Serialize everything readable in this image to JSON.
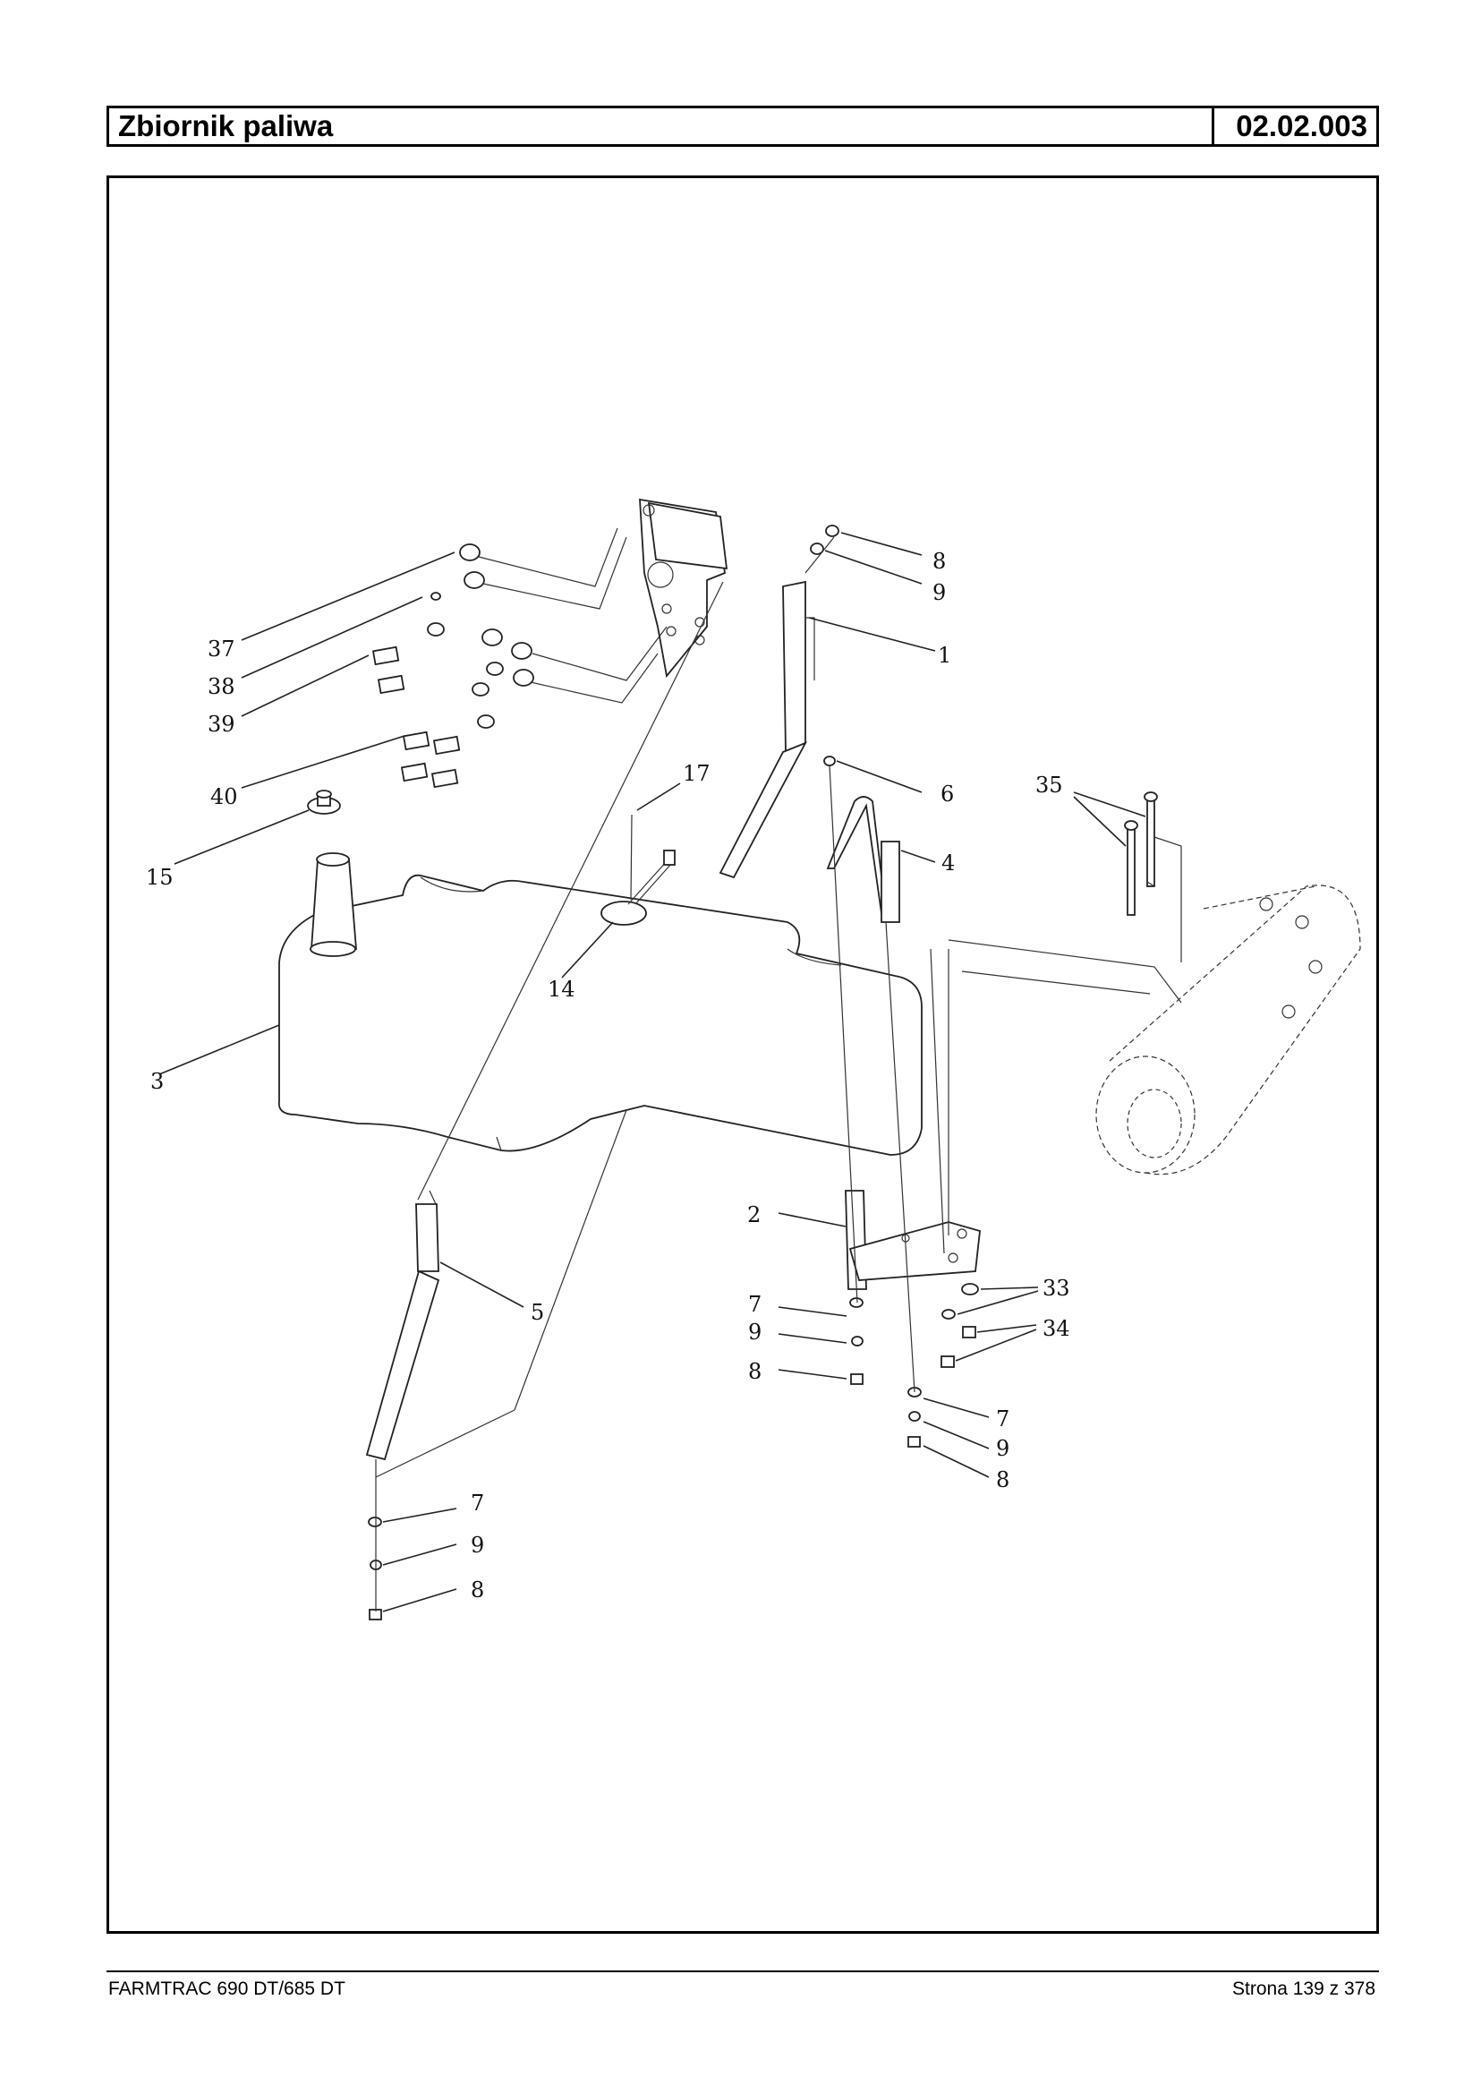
{
  "header": {
    "title": "Zbiornik paliwa",
    "code": "02.02.003"
  },
  "callouts": {
    "c1": "1",
    "c2": "2",
    "c3": "3",
    "c4": "4",
    "c5": "5",
    "c6": "6",
    "c7a": "7",
    "c7b": "7",
    "c7c": "7",
    "c8a": "8",
    "c8b": "8",
    "c8c": "8",
    "c8d": "8",
    "c9a": "9",
    "c9b": "9",
    "c9c": "9",
    "c9d": "9",
    "c14": "14",
    "c15": "15",
    "c17": "17",
    "c33": "33",
    "c34": "34",
    "c35": "35",
    "c37": "37",
    "c38": "38",
    "c39": "39",
    "c40": "40"
  },
  "footer": {
    "left": "FARMTRAC 690 DT/685 DT",
    "right": "Strona 139 z 378"
  }
}
